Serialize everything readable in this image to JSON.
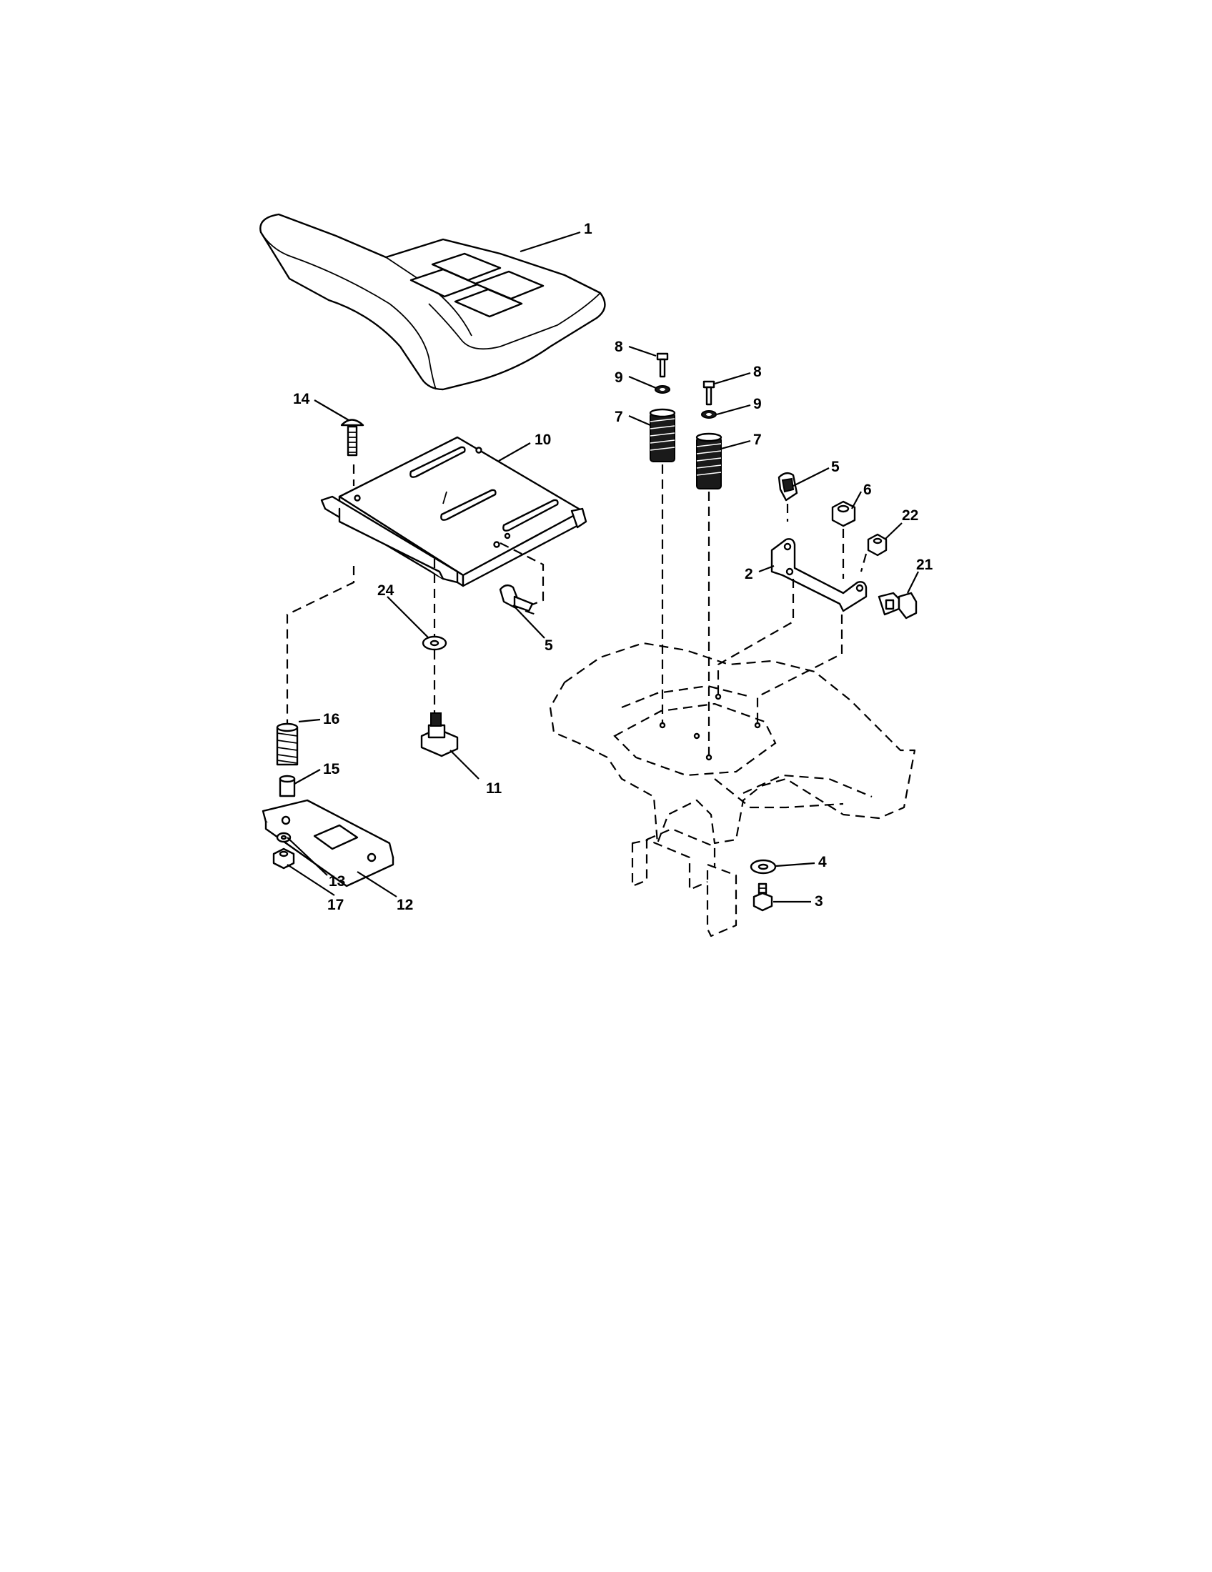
{
  "callouts": {
    "c1": "1",
    "c2": "2",
    "c3": "3",
    "c4": "4",
    "c5a": "5",
    "c5b": "5",
    "c6": "6",
    "c7a": "7",
    "c7b": "7",
    "c8a": "8",
    "c8b": "8",
    "c9a": "9",
    "c9b": "9",
    "c10": "10",
    "c11": "11",
    "c12": "12",
    "c13": "13",
    "c14": "14",
    "c15": "15",
    "c16": "16",
    "c17": "17",
    "c21": "21",
    "c22": "22",
    "c24": "24"
  }
}
